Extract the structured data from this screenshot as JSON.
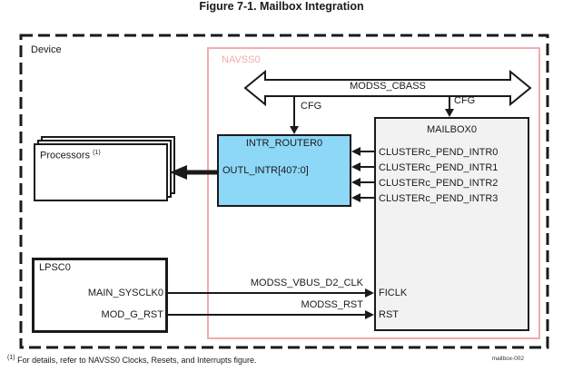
{
  "title": "Figure 7-1. Mailbox Integration",
  "device": {
    "label": "Device"
  },
  "navss": {
    "label": "NAVSS0"
  },
  "bus": {
    "label": "MODSS_CBASS",
    "cfg_label": "CFG"
  },
  "intr_router": {
    "title": "INTR_ROUTER0",
    "signal": "OUTL_INTR[407:0]"
  },
  "mailbox": {
    "title": "MAILBOX0",
    "pend_intrs": [
      "CLUSTERc_PEND_INTR0",
      "CLUSTERc_PEND_INTR1",
      "CLUSTERc_PEND_INTR2",
      "CLUSTERc_PEND_INTR3"
    ],
    "clk_pin": "FICLK",
    "rst_pin": "RST"
  },
  "processors": {
    "label": "Processors",
    "note_ref": "(1)"
  },
  "lpsc": {
    "title": "LPSC0",
    "clk_out": "MAIN_SYSCLK0",
    "rst_out": "MOD_G_RST"
  },
  "signals": {
    "clk": "MODSS_VBUS_D2_CLK",
    "rst": "MODSS_RST"
  },
  "footnote": {
    "ref": "(1)",
    "text": "For details, refer to NAVSS0 Clocks, Resets, and Interrupts figure."
  },
  "figure_id": "mailbox-002",
  "colors": {
    "navss_pink": "#F2ABAB",
    "router_blue": "#8DD7F7",
    "mailbox_gray": "#F2F2F2",
    "line_black": "#1A1A1A"
  }
}
